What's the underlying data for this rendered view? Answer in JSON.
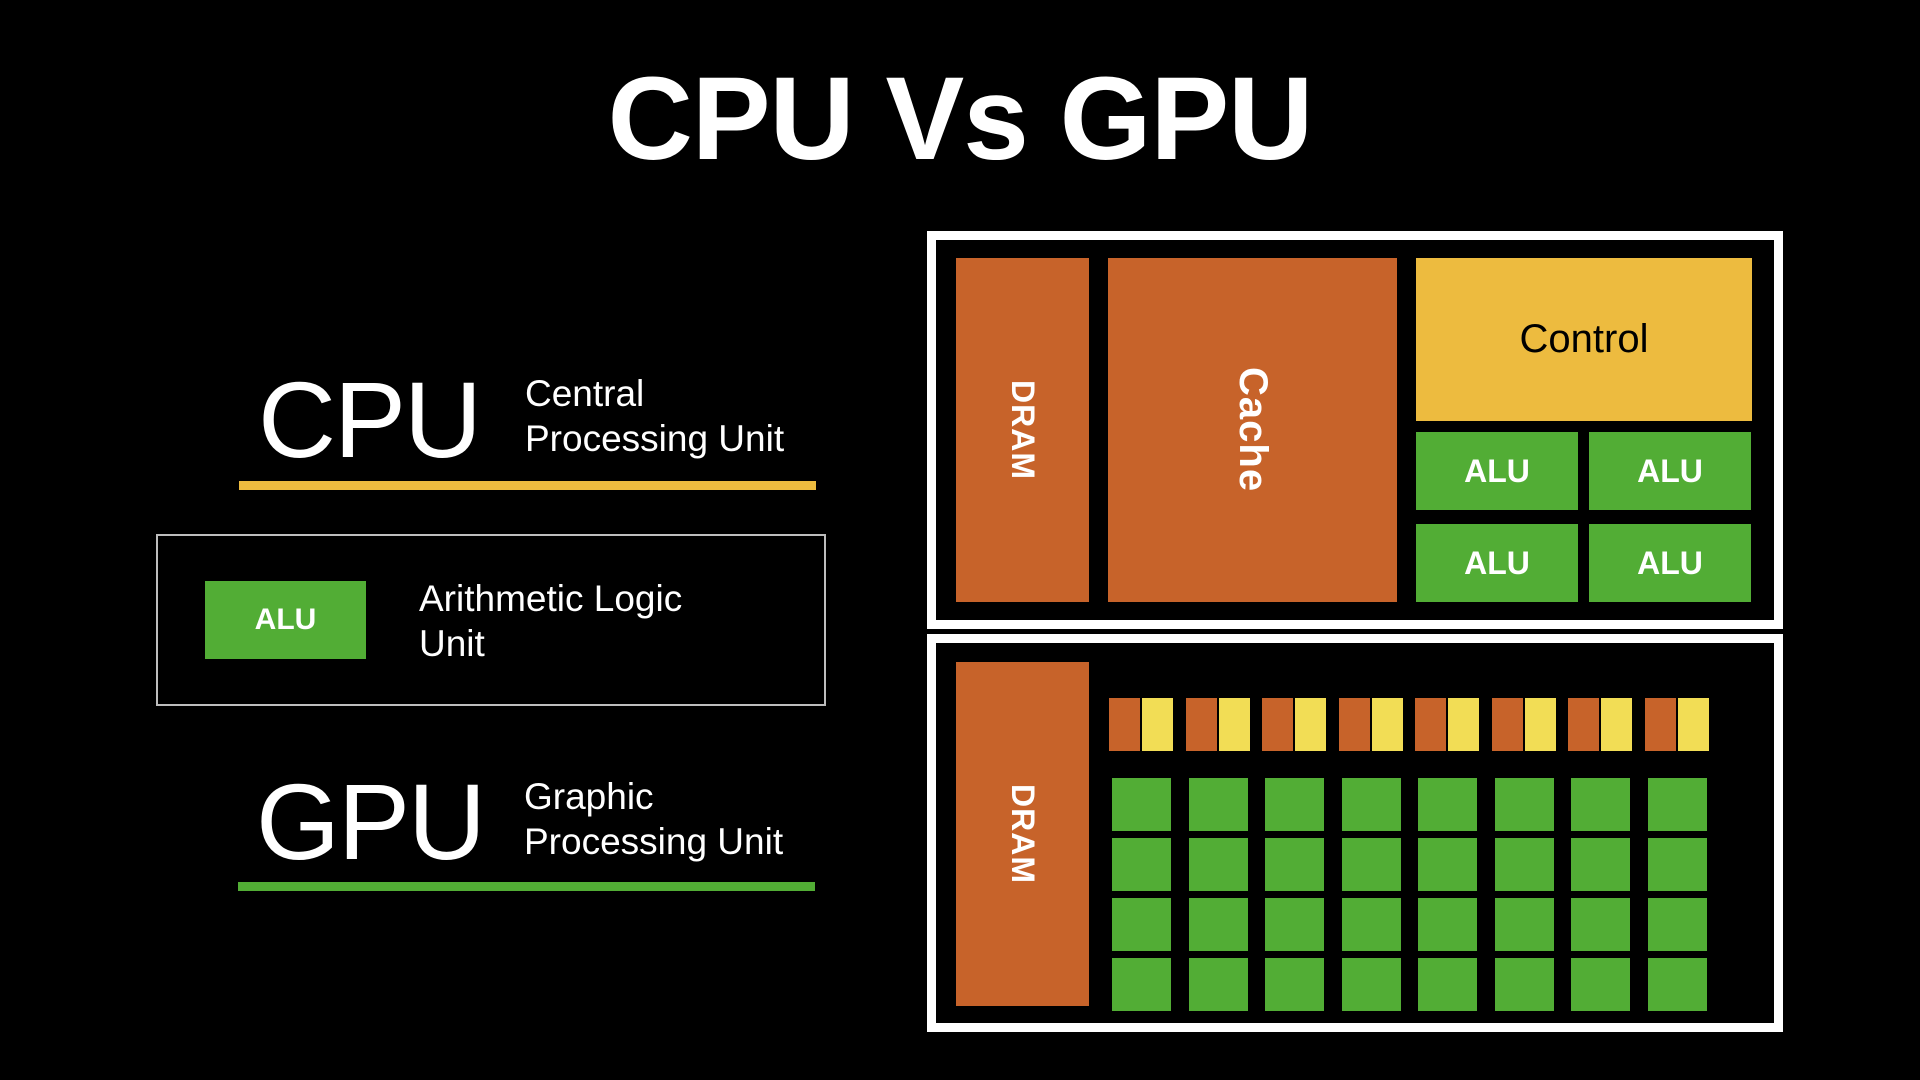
{
  "title": "CPU Vs GPU",
  "cpu": {
    "acronym": "CPU",
    "full_line1": "Central",
    "full_line2": "Processing Unit",
    "rule_color": "#edbb3f"
  },
  "legend": {
    "chip_label": "ALU",
    "desc_line1": "Arithmetic Logic",
    "desc_line2": "Unit"
  },
  "gpu": {
    "acronym": "GPU",
    "full_line1": "Graphic",
    "full_line2": "Processing Unit",
    "rule_color": "#52ad35"
  },
  "cpu_diagram": {
    "dram_label": "DRAM",
    "cache_label": "Cache",
    "control_label": "Control",
    "alu_labels": [
      "ALU",
      "ALU",
      "ALU",
      "ALU"
    ]
  },
  "gpu_diagram": {
    "dram_label": "DRAM",
    "core_columns": 8,
    "alu_rows": 4
  },
  "colors": {
    "dram": "#c7632a",
    "cache": "#c7632a",
    "control": "#edbb3f",
    "alu": "#52ad35",
    "gpu_control": "#f2dd55"
  }
}
